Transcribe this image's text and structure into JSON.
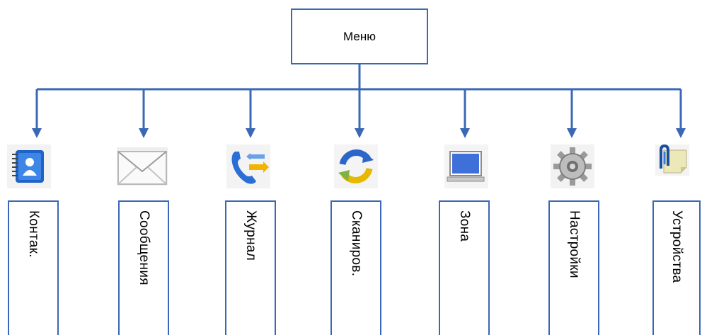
{
  "root": {
    "label": "Меню"
  },
  "items": [
    {
      "label": "Контак.",
      "icon": "contacts-icon"
    },
    {
      "label": "Сообщения",
      "icon": "envelope-icon"
    },
    {
      "label": "Журнал",
      "icon": "call-log-icon"
    },
    {
      "label": "Сканиров.",
      "icon": "refresh-scan-icon"
    },
    {
      "label": "Зона",
      "icon": "monitor-icon"
    },
    {
      "label": "Настройки",
      "icon": "gear-icon"
    },
    {
      "label": "Устройства",
      "icon": "paperclip-device-icon"
    }
  ],
  "colors": {
    "connector": "#3a68b4",
    "box_border": "#3a68b4",
    "text": "#000000"
  }
}
